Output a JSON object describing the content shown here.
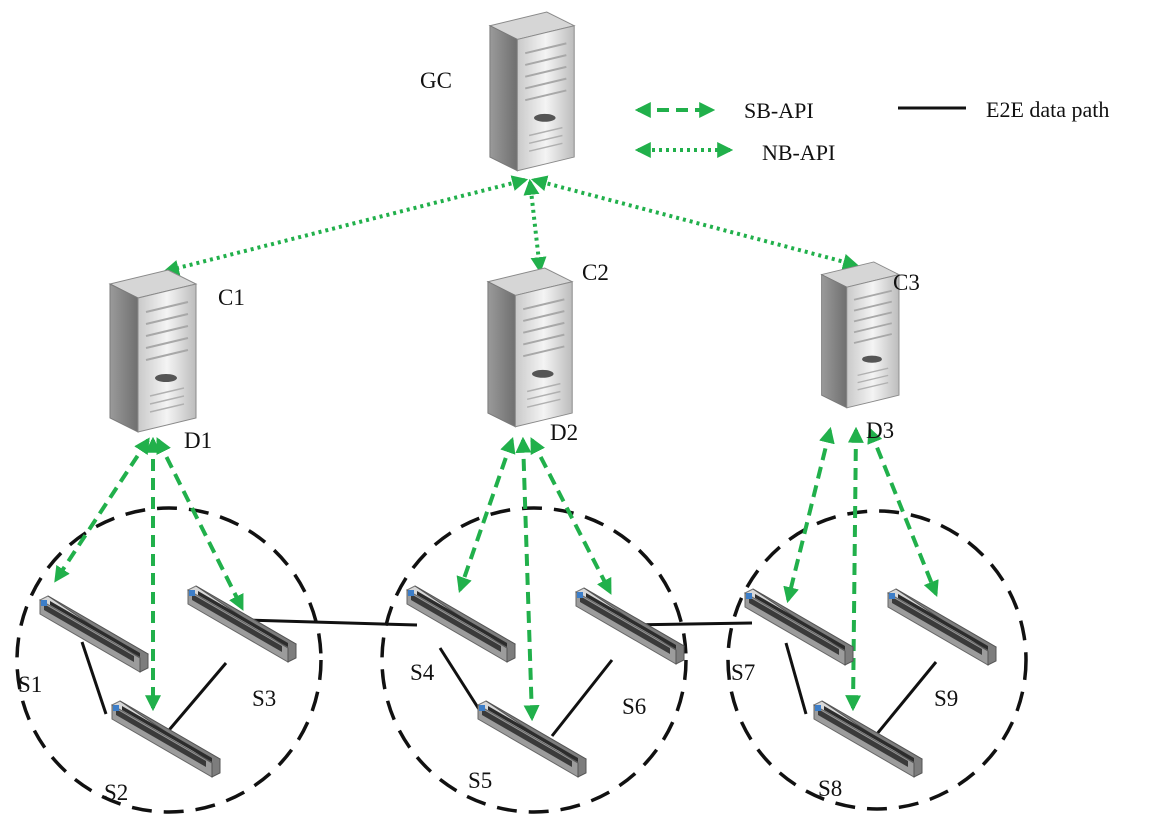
{
  "legend": {
    "sb_api": "SB-API",
    "nb_api": "NB-API",
    "e2e": "E2E data path"
  },
  "controllers": {
    "gc": "GC",
    "c1": "C1",
    "c2": "C2",
    "c3": "C3"
  },
  "domains": {
    "d1": "D1",
    "d2": "D2",
    "d3": "D3"
  },
  "switches": {
    "s1": "S1",
    "s2": "S2",
    "s3": "S3",
    "s4": "S4",
    "s5": "S5",
    "s6": "S6",
    "s7": "S7",
    "s8": "S8",
    "s9": "S9"
  },
  "colors": {
    "api_green": "#21b04b",
    "data_path": "#111111"
  }
}
